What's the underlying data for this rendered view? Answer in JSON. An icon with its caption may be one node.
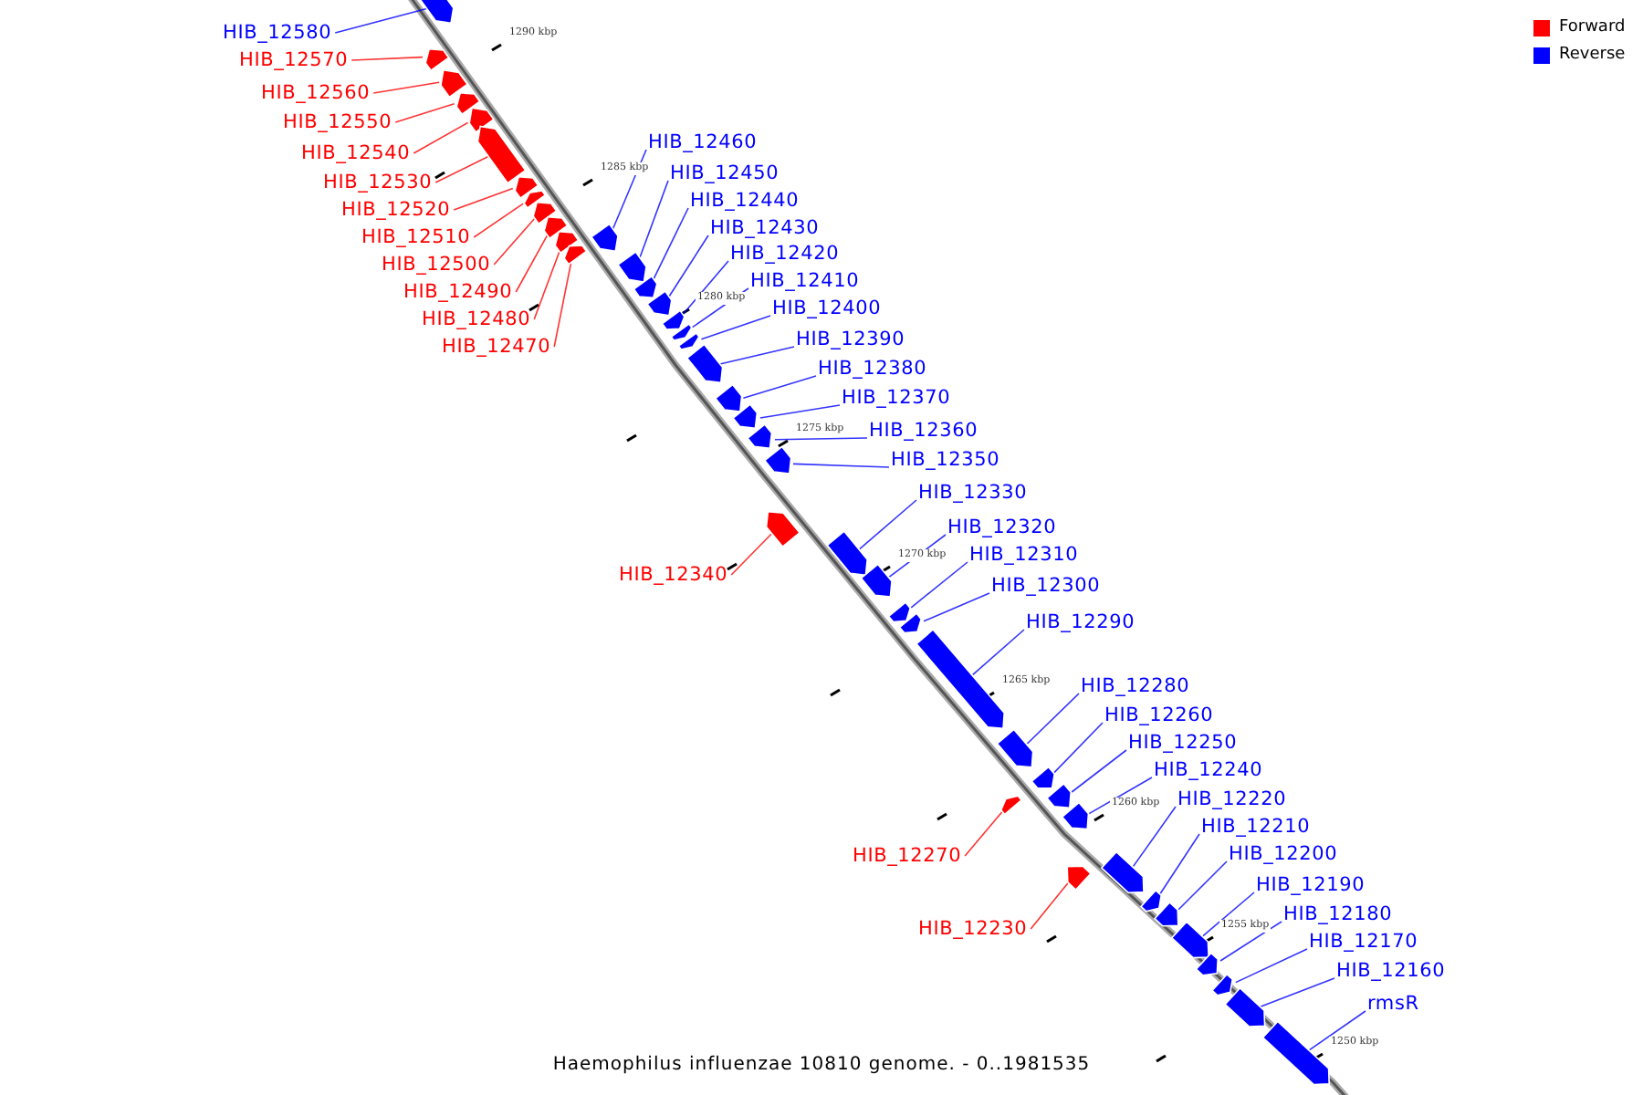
{
  "diagram": {
    "caption": "Haemophilus influenzae 10810 genome. - 0..1981535",
    "nodes": [
      {
        "text": [
          "HIB_12580"
        ]
      },
      {
        "text": [],
        "shape": "pentagon"
      },
      {
        "text": [
          "HIB_12570"
        ]
      },
      {
        "text": [],
        "shape": "pentagon"
      },
      {
        "text": [
          "HIB_12560"
        ]
      },
      {
        "text": [],
        "shape": "pentagon"
      },
      {
        "text": [
          "HIB_12550"
        ]
      },
      {
        "text": [],
        "shape": "pentagon"
      },
      {
        "text": [
          "HIB_12460"
        ]
      },
      {
        "text": [],
        "shape": "pentagon"
      },
      {
        "text": [
          "HIB_12540"
        ]
      },
      {
        "text": [],
        "shape": "pentagon"
      },
      {
        "text": [
          "HIB_12450"
        ]
      },
      {
        "text": [],
        "shape": "pentagon"
      },
      {
        "text": [
          "HIB_12530"
        ]
      },
      {
        "text": [],
        "shape": "pentagon"
      },
      {
        "text": [
          "HIB_12440"
        ]
      },
      {
        "text": [],
        "shape": "pentagon"
      },
      {
        "text": [
          "HIB_12520"
        ]
      },
      {
        "text": [],
        "shape": "pentagon"
      },
      {
        "text": [
          "HIB_12430"
        ]
      },
      {
        "text": [],
        "shape": "pentagon"
      },
      {
        "text": [
          "HIB_12510"
        ]
      },
      {
        "text": [],
        "shape": "pentagon"
      },
      {
        "text": [
          "HIB_12420"
        ]
      },
      {
        "text": [],
        "shape": "pentagon"
      },
      {
        "text": [
          "HIB_12500"
        ]
      },
      {
        "text": [],
        "shape": "pentagon"
      },
      {
        "text": [
          "HIB_12410"
        ]
      },
      {
        "text": [],
        "shape": "pentagon"
      },
      {
        "text": [
          "HIB_12490"
        ]
      },
      {
        "text": [],
        "shape": "pentagon"
      },
      {
        "text": [
          "HIB_12400"
        ]
      },
      {
        "text": [],
        "shape": "pentagon"
      },
      {
        "text": [
          "HIB_12480"
        ]
      },
      {
        "text": [],
        "shape": "pentagon"
      },
      {
        "text": [
          "HIB_12390"
        ]
      },
      {
        "text": [],
        "shape": "pentagon"
      },
      {
        "text": [
          "HIB_12470"
        ]
      },
      {
        "text": [],
        "shape": "pentagon"
      },
      {
        "text": [
          "HIB_12380"
        ]
      },
      {
        "text": [],
        "shape": "pentagon"
      },
      {
        "text": [
          "HIB_12370"
        ]
      },
      {
        "text": [],
        "shape": "pentagon"
      },
      {
        "text": [
          "HIB_12360"
        ]
      },
      {
        "text": [],
        "shape": "pentagon"
      },
      {
        "text": [
          "HIB_12350"
        ]
      },
      {
        "text": [],
        "shape": "pentagon"
      },
      {
        "text": [
          "HIB_12330"
        ]
      },
      {
        "text": [],
        "shape": "pentagon"
      },
      {
        "text": [
          "HIB_12320"
        ]
      },
      {
        "text": [],
        "shape": "pentagon"
      },
      {
        "text": [
          "HIB_12310"
        ]
      },
      {
        "text": [],
        "shape": "pentagon"
      },
      {
        "text": [
          "HIB_12340"
        ]
      },
      {
        "text": [],
        "shape": "pentagon"
      },
      {
        "text": [
          "HIB_12300"
        ]
      },
      {
        "text": [],
        "shape": "pentagon"
      },
      {
        "text": [
          "HIB_12290"
        ]
      },
      {
        "text": [],
        "shape": "pentagon"
      },
      {
        "text": [
          "HIB_12280"
        ]
      },
      {
        "text": [],
        "shape": "pentagon"
      },
      {
        "text": [
          "HIB_12260"
        ]
      },
      {
        "text": [],
        "shape": "pentagon"
      },
      {
        "text": [
          "HIB_12250"
        ]
      },
      {
        "text": [],
        "shape": "pentagon"
      },
      {
        "text": [
          "HIB_12240"
        ]
      },
      {
        "text": [],
        "shape": "pentagon"
      },
      {
        "text": [
          "HIB_12220"
        ]
      },
      {
        "text": [],
        "shape": "pentagon"
      },
      {
        "text": [
          "HIB_12210"
        ]
      },
      {
        "text": [],
        "shape": "pentagon"
      },
      {
        "text": [
          "HIB_12200"
        ]
      },
      {
        "text": [],
        "shape": "pentagon"
      },
      {
        "text": [
          "HIB_12270"
        ]
      },
      {
        "text": [],
        "shape": "pentagon"
      },
      {
        "text": [
          "HIB_12190"
        ]
      },
      {
        "text": [],
        "shape": "pentagon"
      },
      {
        "text": [
          "HIB_12180"
        ]
      },
      {
        "text": [],
        "shape": "pentagon"
      },
      {
        "text": [
          "HIB_12230"
        ]
      },
      {
        "text": [],
        "shape": "pentagon"
      },
      {
        "text": [
          "HIB_12170"
        ]
      },
      {
        "text": [],
        "shape": "pentagon"
      },
      {
        "text": [
          "HIB_12160"
        ]
      },
      {
        "text": [],
        "shape": "pentagon"
      },
      {
        "text": [
          "rmsR"
        ]
      },
      {
        "text": [],
        "shape": "pentagon"
      }
    ],
    "edges": [
      {
        "from": 0,
        "to": 1,
        "arrow": "none"
      },
      {
        "from": 2,
        "to": 3,
        "arrow": "none",
        "color": "#ff0000"
      },
      {
        "from": 4,
        "to": 5,
        "arrow": "none",
        "color": "#ff0000"
      },
      {
        "from": 6,
        "to": 7,
        "arrow": "none",
        "color": "#ff0000"
      },
      {
        "from": 8,
        "to": 9,
        "arrow": "none"
      },
      {
        "from": 10,
        "to": 11,
        "arrow": "none",
        "color": "#ff0000"
      },
      {
        "from": 12,
        "to": 13,
        "arrow": "none"
      },
      {
        "from": 14,
        "to": 15,
        "arrow": "none",
        "color": "#ff0000"
      },
      {
        "from": 16,
        "to": 17,
        "arrow": "none"
      },
      {
        "from": 18,
        "to": 19,
        "arrow": "none",
        "color": "#ff0000"
      },
      {
        "from": 20,
        "to": 21,
        "arrow": "none"
      },
      {
        "from": 22,
        "to": 23,
        "arrow": "none",
        "color": "#ff0000"
      },
      {
        "from": 24,
        "to": 25,
        "arrow": "none"
      },
      {
        "from": 26,
        "to": 27,
        "arrow": "none",
        "color": "#ff0000"
      },
      {
        "from": 28,
        "to": 29,
        "arrow": "none"
      },
      {
        "from": 30,
        "to": 31,
        "arrow": "none",
        "color": "#ff0000"
      },
      {
        "from": 32,
        "to": 33,
        "arrow": "none"
      },
      {
        "from": 34,
        "to": 35,
        "arrow": "none",
        "color": "#ff0000"
      },
      {
        "from": 36,
        "to": 37,
        "arrow": "none"
      },
      {
        "from": 38,
        "to": 39,
        "arrow": "none",
        "color": "#ff0000"
      },
      {
        "from": 40,
        "to": 41,
        "arrow": "none"
      },
      {
        "from": 42,
        "to": 43,
        "arrow": "none"
      },
      {
        "from": 44,
        "to": 45,
        "arrow": "none"
      },
      {
        "from": 46,
        "to": 47,
        "arrow": "none"
      },
      {
        "from": 48,
        "to": 49,
        "arrow": "none"
      },
      {
        "from": 50,
        "to": 51,
        "arrow": "none"
      },
      {
        "from": 52,
        "to": 53,
        "arrow": "none"
      },
      {
        "from": 54,
        "to": 55,
        "arrow": "none",
        "color": "#ff0000"
      },
      {
        "from": 56,
        "to": 57,
        "arrow": "none"
      },
      {
        "from": 58,
        "to": 59,
        "arrow": "none"
      },
      {
        "from": 60,
        "to": 61,
        "arrow": "none"
      },
      {
        "from": 62,
        "to": 63,
        "arrow": "none"
      },
      {
        "from": 64,
        "to": 65,
        "arrow": "none"
      },
      {
        "from": 66,
        "to": 67,
        "arrow": "none"
      },
      {
        "from": 68,
        "to": 69,
        "arrow": "none"
      },
      {
        "from": 70,
        "to": 71,
        "arrow": "none"
      },
      {
        "from": 72,
        "to": 73,
        "arrow": "none"
      },
      {
        "from": 74,
        "to": 75,
        "arrow": "none",
        "color": "#ff0000"
      },
      {
        "from": 76,
        "to": 77,
        "arrow": "none"
      },
      {
        "from": 78,
        "to": 79,
        "arrow": "none"
      },
      {
        "from": 80,
        "to": 81,
        "arrow": "none",
        "color": "#ff0000"
      },
      {
        "from": 82,
        "to": 83,
        "arrow": "none"
      },
      {
        "from": 84,
        "to": 85,
        "arrow": "none"
      },
      {
        "from": 86,
        "to": 87,
        "arrow": "none"
      }
    ],
    "labels": [
      "1290 kbp",
      "1285 kbp",
      "1280 kbp",
      "1275 kbp",
      "1270 kbp",
      "1265 kbp",
      "1260 kbp",
      "1255 kbp",
      "1250 kbp"
    ],
    "legend": [
      {
        "text": "Forward",
        "color": "#ff0000"
      },
      {
        "text": "Reverse",
        "color": "#0000ff"
      }
    ]
  }
}
